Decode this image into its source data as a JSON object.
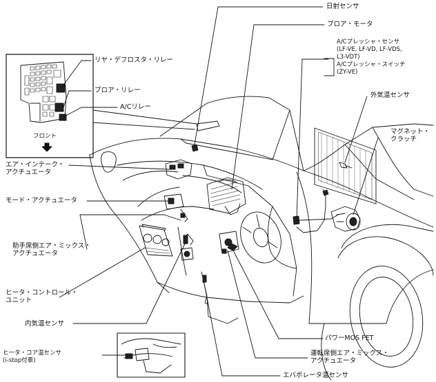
{
  "labels": {
    "solar_sensor": "日射センサ",
    "blower_motor": "ブロア・モータ",
    "ac_pressure_sensor_1": "A/Cプレッシャ・センサ",
    "ac_pressure_sensor_2": "(LF-VE, LF-VD, LF-VDS,",
    "ac_pressure_sensor_3": "L3-VDT)",
    "ac_pressure_switch_1": "A/Cプレッシャ・スイッチ",
    "ac_pressure_switch_2": "(ZY-VE)",
    "ambient_sensor": "外気温センサ",
    "magnet_clutch_1": "マグネット・",
    "magnet_clutch_2": "クラッチ",
    "rear_defroster_relay": "リヤ・デフロスタ・リレー",
    "blower_relay": "ブロア・リレー",
    "ac_relay": "A/Cリレー",
    "front": "フロント",
    "air_intake_actuator_1": "エア・インテーク・",
    "air_intake_actuator_2": "アクチュエータ",
    "mode_actuator": "モード・アクチュエータ",
    "passenger_mix_actuator_1": "助手席側エア・ミックス・",
    "passenger_mix_actuator_2": "アクチュエータ",
    "heater_control_unit_1": "ヒータ・コントロール・",
    "heater_control_unit_2": "ユニット",
    "cabin_temp_sensor": "内気温センサ",
    "heater_core_sensor_1": "ヒータ・コア温センサ",
    "heater_core_sensor_2": "(i-stop付車)",
    "power_mosfet": "パワーMOS FET",
    "driver_mix_actuator_1": "運転席側エア・ミックス・",
    "driver_mix_actuator_2": "アクチュエータ",
    "evaporator_sensor": "エバポレータ温センサ"
  }
}
